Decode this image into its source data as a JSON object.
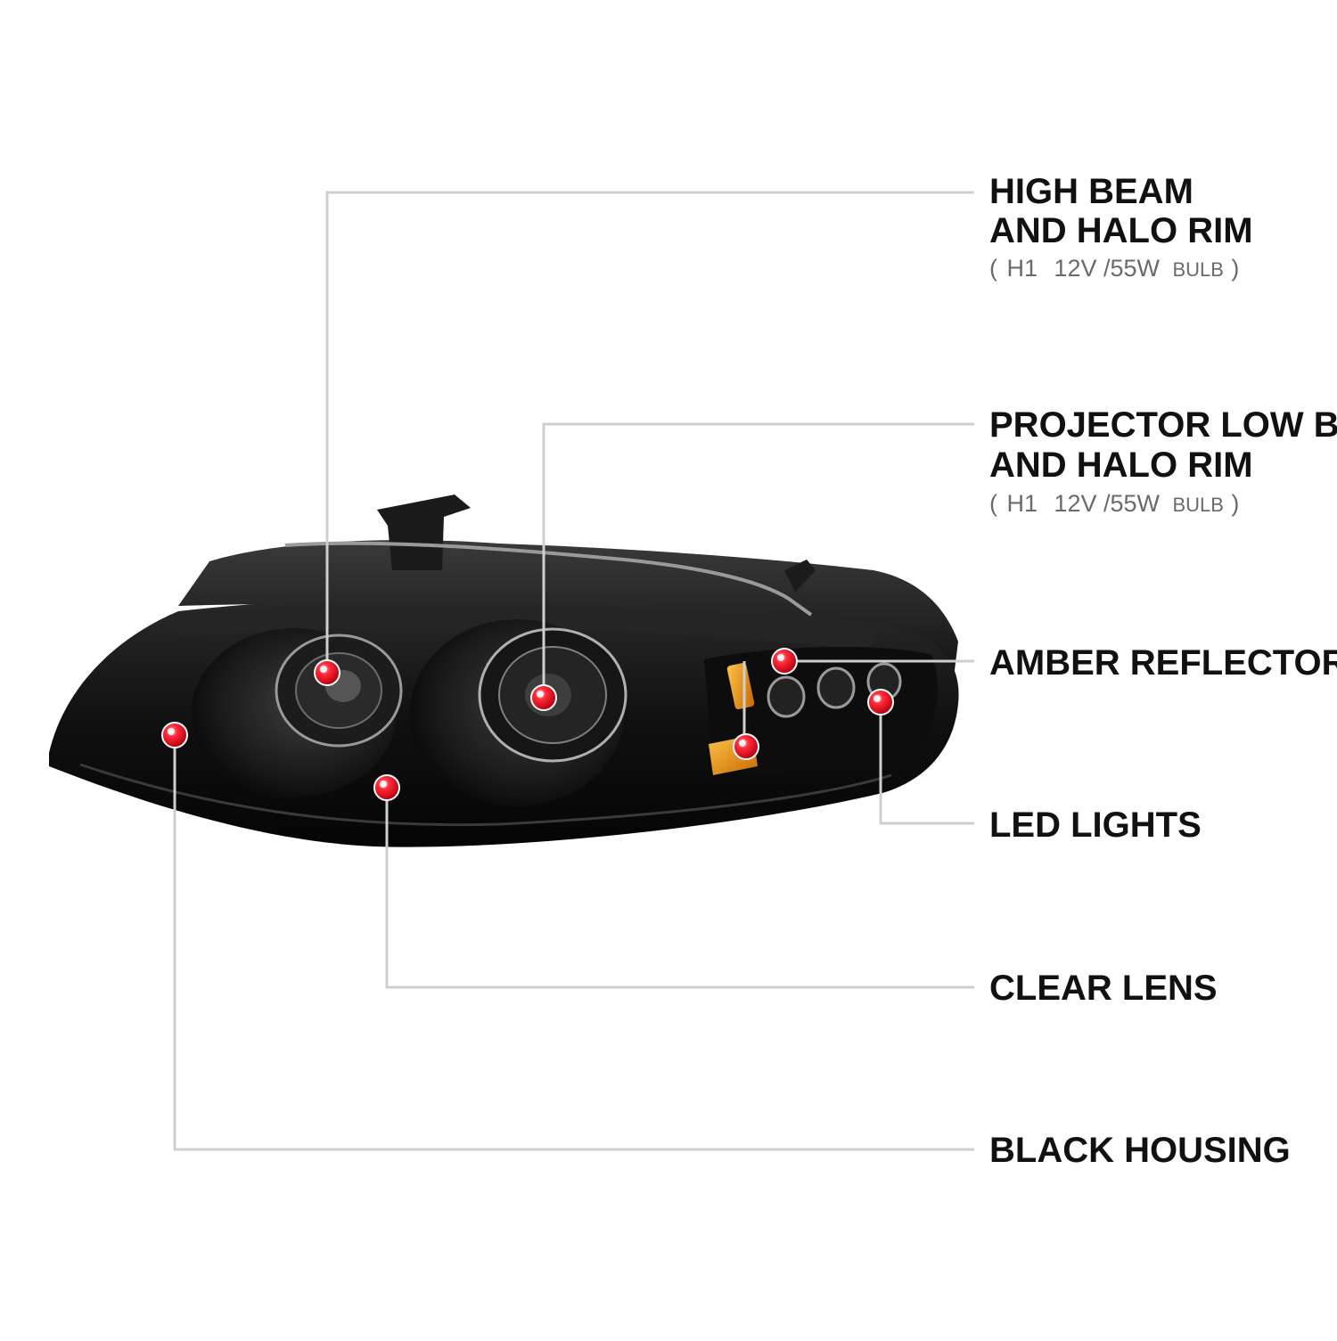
{
  "callouts": {
    "high_beam": {
      "line1": "HIGH BEAM",
      "line2": "AND HALO RIM",
      "spec_open": "(",
      "spec_h1": "H1",
      "spec_rating": "12V /55W",
      "spec_bulb": "BULB",
      "spec_close": ")"
    },
    "low_beam": {
      "line1": "PROJECTOR LOW BEAM",
      "line2": "AND HALO RIM",
      "spec_open": "(",
      "spec_h1": "H1",
      "spec_rating": "12V /55W",
      "spec_bulb": "BULB",
      "spec_close": ")"
    },
    "amber": {
      "label": "AMBER REFLECTORS"
    },
    "led": {
      "label": "LED LIGHTS"
    },
    "lens": {
      "label": "CLEAR LENS"
    },
    "housing": {
      "label": "BLACK HOUSING"
    }
  },
  "colors": {
    "leader_line": "#cfcfcf",
    "marker_red": "#e8001c",
    "housing_black": "#121212",
    "amber": "#e08a10",
    "label_text": "#111111",
    "spec_text": "#6a6a6a"
  }
}
